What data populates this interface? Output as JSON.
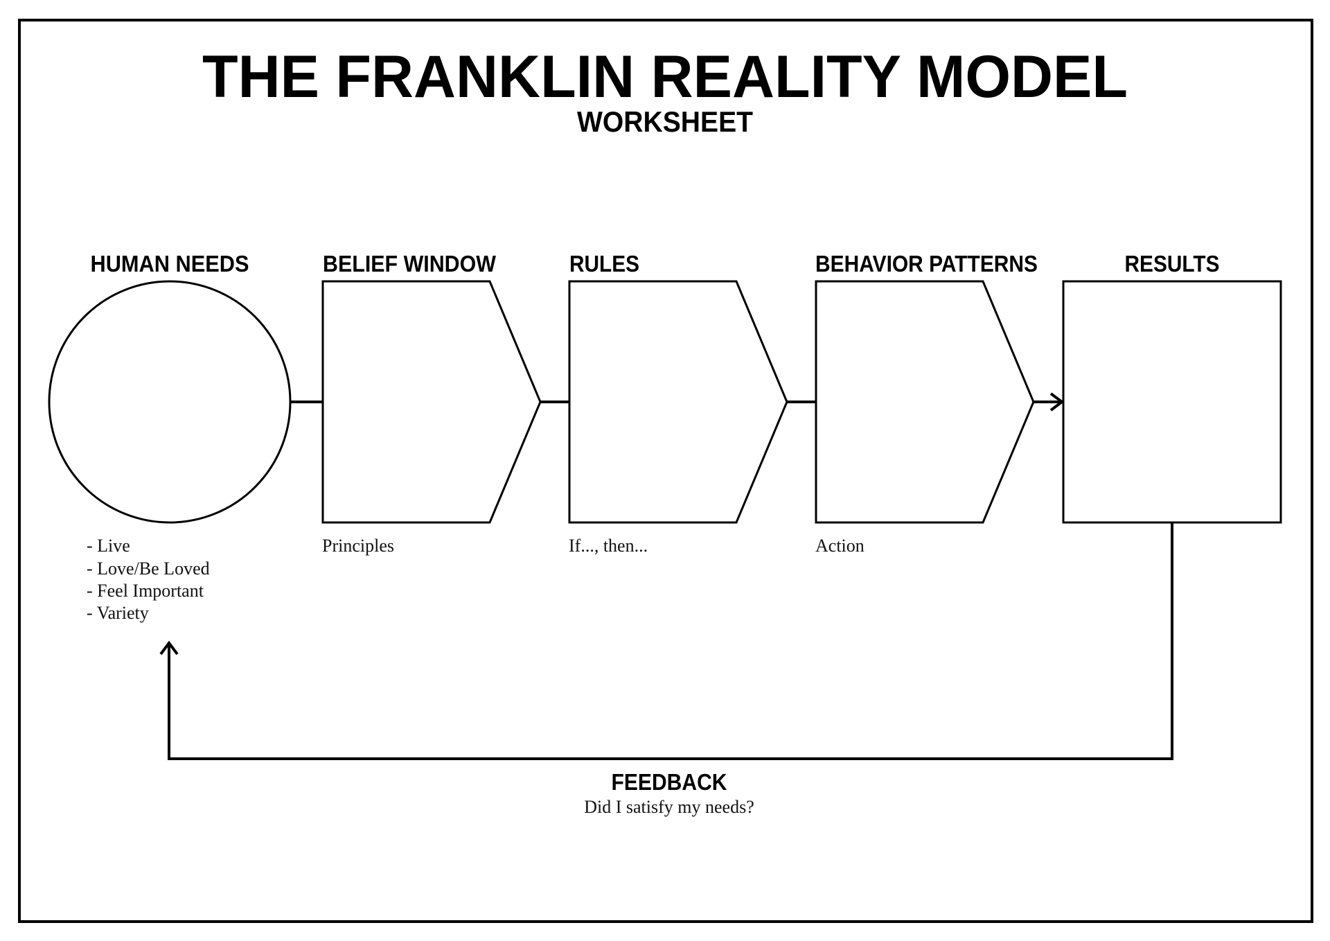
{
  "header": {
    "title": "THE FRANKLIN REALITY MODEL",
    "subtitle": "WORKSHEET"
  },
  "stages": [
    {
      "label": "HUMAN NEEDS",
      "notes": [
        "- Live",
        "- Love/Be Loved",
        "- Feel Important",
        "- Variety"
      ]
    },
    {
      "label": "BELIEF WINDOW",
      "notes": [
        "Principles"
      ]
    },
    {
      "label": "RULES",
      "notes": [
        "If..., then..."
      ]
    },
    {
      "label": "BEHAVIOR PATTERNS",
      "notes": [
        "Action"
      ]
    },
    {
      "label": "RESULTS",
      "notes": []
    }
  ],
  "feedback": {
    "label": "FEEDBACK",
    "question": "Did I satisfy my needs?"
  },
  "colors": {
    "stroke": "#000000",
    "background": "#ffffff"
  }
}
